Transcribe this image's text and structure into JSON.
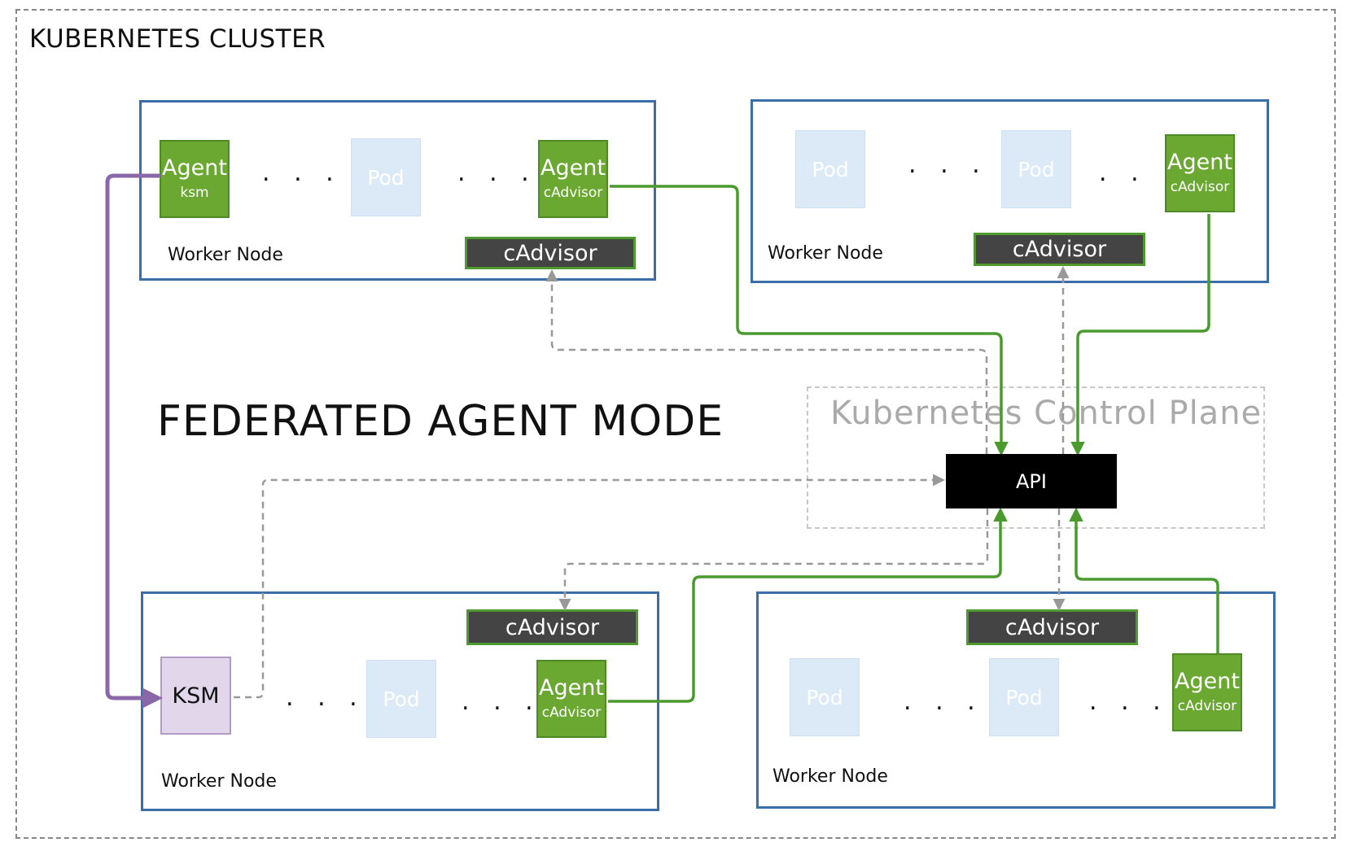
{
  "cluster": {
    "title": "KUBERNETES CLUSTER"
  },
  "mode_title": "FEDERATED AGENT MODE",
  "control_plane": {
    "title": "Kubernetes Control Plane",
    "api_label": "API"
  },
  "nodes": [
    {
      "label": "Worker Node",
      "cadvisor": "cAdvisor",
      "agent": {
        "title": "Agent",
        "subtitle": "cAdvisor"
      },
      "ksm_agent": {
        "title": "Agent",
        "subtitle": "ksm"
      },
      "pods": [
        "Pod"
      ],
      "dots": ". . ."
    },
    {
      "label": "Worker Node",
      "cadvisor": "cAdvisor",
      "agent": {
        "title": "Agent",
        "subtitle": "cAdvisor"
      },
      "pods": [
        "Pod",
        "Pod"
      ],
      "dots": ". . ."
    },
    {
      "label": "Worker Node",
      "cadvisor": "cAdvisor",
      "agent": {
        "title": "Agent",
        "subtitle": "cAdvisor"
      },
      "ksm": "KSM",
      "pods": [
        "Pod"
      ],
      "dots": ". . ."
    },
    {
      "label": "Worker Node",
      "cadvisor": "cAdvisor",
      "agent": {
        "title": "Agent",
        "subtitle": "cAdvisor"
      },
      "pods": [
        "Pod",
        "Pod"
      ],
      "dots": ". . ."
    }
  ],
  "colors": {
    "node_border": "#3b6ea8",
    "agent": "#6aa832",
    "pod": "#dceaf8",
    "cadvisor": "#444444",
    "ksm": "#e2d6ea",
    "green_flow": "#4a9a2e",
    "purple_flow": "#8a67a8",
    "dashed_flow": "#999999"
  }
}
